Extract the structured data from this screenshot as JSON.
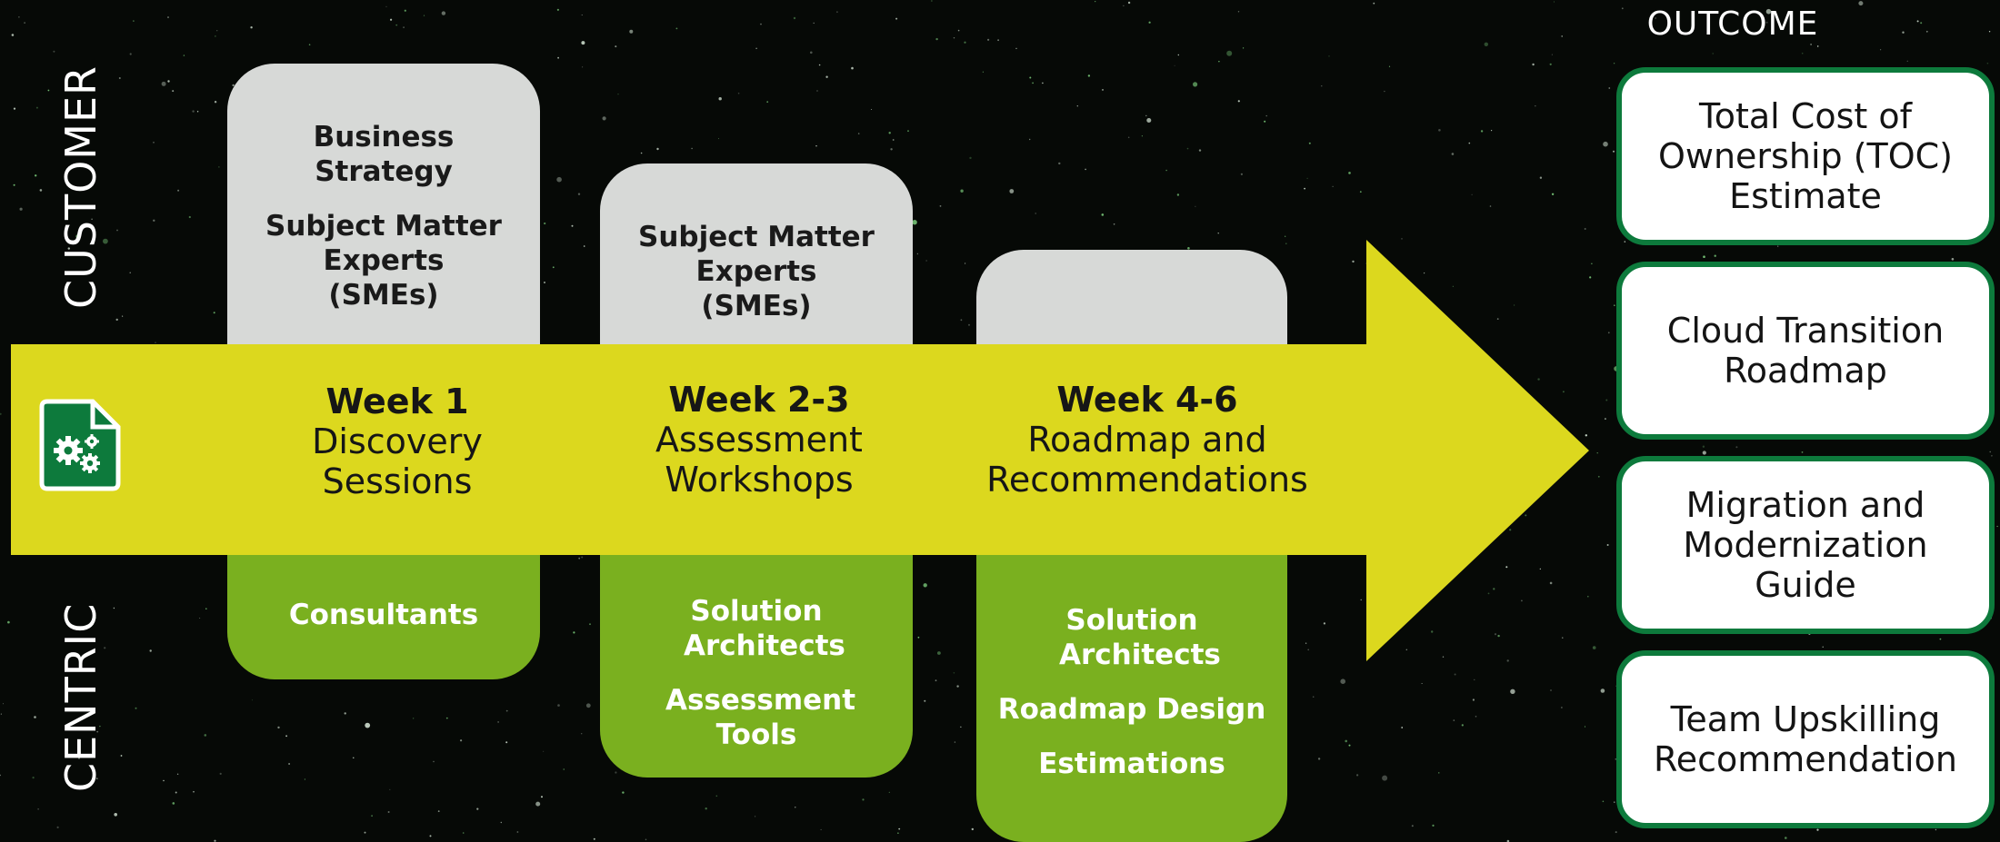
{
  "side_labels": {
    "top": "CUSTOMER",
    "bottom": "CENTRIC"
  },
  "outcome_header": "OUTCOME",
  "phases": [
    {
      "week": "Week 1",
      "title_lines": [
        "Discovery",
        "Sessions"
      ],
      "top_items": [
        "Business Strategy",
        "Subject Matter Experts (SMEs)"
      ],
      "bottom_items": [
        "Consultants"
      ]
    },
    {
      "week": "Week 2-3",
      "title_lines": [
        "Assessment",
        "Workshops"
      ],
      "top_items": [
        "Subject Matter Experts (SMEs)"
      ],
      "bottom_items": [
        "Solution Architects",
        "Assessment Tools"
      ]
    },
    {
      "week": "Week 4-6",
      "title_lines": [
        "Roadmap and",
        "Recommendations"
      ],
      "top_items": [],
      "bottom_items": [
        "Solution Architects",
        "Roadmap Design",
        "Estimations"
      ]
    }
  ],
  "outcomes": [
    "Total Cost of Ownership (TOC) Estimate",
    "Cloud Transition Roadmap",
    "Migration and Modernization Guide",
    "Team Upskilling Recommendation"
  ],
  "colors": {
    "background": "#060906",
    "arrow": "#dcd81e",
    "top_card": "#d7d9d7",
    "bottom_card": "#7ab01f",
    "outcome_border": "#0d7a3c",
    "icon": "#0d7a3c"
  },
  "icons": {
    "process": "document-gears-icon"
  }
}
